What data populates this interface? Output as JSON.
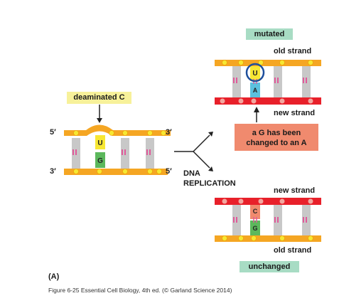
{
  "labels": {
    "deaminated": "deaminated C",
    "mutated": "mutated",
    "old_strand_top": "old strand",
    "new_strand_top": "new strand",
    "change_line1": "a G has been",
    "change_line2": "changed to an A",
    "dna": "DNA",
    "replication": "REPLICATION",
    "new_strand_bottom": "new strand",
    "old_strand_bottom": "old strand",
    "unchanged": "unchanged",
    "panel": "(A)",
    "caption": "Figure 6-25 Essential Cell Biology, 4th ed. (© Garland Science 2014)"
  },
  "ends": {
    "five_prime": "5′",
    "three_prime": "3′"
  },
  "bases": {
    "left_top": "U",
    "left_bottom": "G",
    "mutated_top": "U",
    "mutated_bottom": "A",
    "unchanged_top": "C",
    "unchanged_bottom": "G"
  },
  "colors": {
    "old_strand": "#f5a623",
    "new_strand": "#e8202a",
    "node": "#f7e733",
    "base_U": "#f7e733",
    "base_G": "#5cb85c",
    "base_A": "#5bc0de",
    "base_C": "#f08a6e",
    "rung": "#c8c8c8",
    "highlight_circle": "#1e4f9c"
  }
}
